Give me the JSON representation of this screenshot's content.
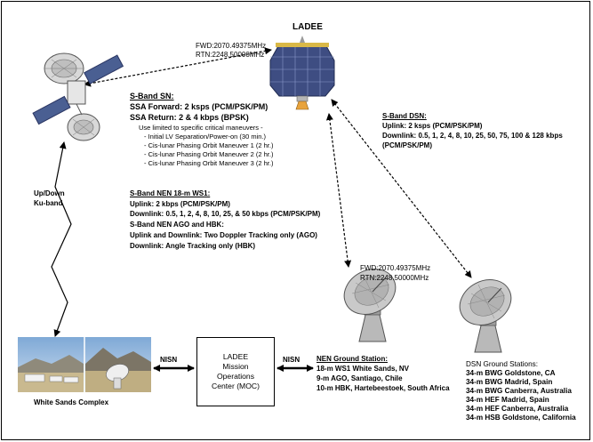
{
  "title": "LADEE",
  "fwd_rtn_top": {
    "fwd": "FWD:2070.49375MHz",
    "rtn": "RTN:2248.50000MHz"
  },
  "fwd_rtn_mid": {
    "fwd": "FWD:2070.49375MHz",
    "rtn": "RTN:2248.50000MHz"
  },
  "sband_sn": {
    "heading": "S-Band SN:",
    "forward": "SSA Forward:  2 ksps (PCM/PSK/PM)",
    "return": "SSA Return:    2 & 4 kbps (BPSK)",
    "note": "Use limited to specific critical maneuvers -",
    "items": [
      "- Initial LV Separation/Power-on (30 min.)",
      "- Cis-lunar Phasing Orbit Maneuver 1 (2 hr.)",
      "- Cis-lunar Phasing Orbit Maneuver 2 (2 hr.)",
      "- Cis-lunar Phasing Orbit Maneuver 3 (2 hr.)"
    ]
  },
  "sband_dsn": {
    "heading": "S-Band DSN:",
    "uplink": "Uplink: 2 ksps (PCM/PSK/PM)",
    "downlink_1": "Downlink: 0.5, 1, 2, 4, 8, 10, 25, 50, 75, 100 & 128 kbps",
    "downlink_2": "(PCM/PSK/PM)"
  },
  "sband_nen": {
    "heading": "S-Band NEN 18-m WS1:",
    "uplink": "Uplink: 2 kbps (PCM/PSK/PM)",
    "downlink": "Downlink: 0.5, 1, 2, 4, 8, 10, 25, & 50 kbps (PCM/PSK/PM)",
    "ago_heading": "S-Band NEN AGO and HBK:",
    "ago_line": "Uplink and Downlink:  Two Doppler Tracking only (AGO)",
    "hbk_line": "Downlink: Angle Tracking only (HBK)"
  },
  "ku_band": {
    "line1": "Up/Down",
    "line2": "Ku-band"
  },
  "moc": {
    "line1": "LADEE",
    "line2": "Mission",
    "line3": "Operations",
    "line4": "Center (MOC)"
  },
  "nisn_left": "NISN",
  "nisn_right": "NISN",
  "white_sands": "White Sands Complex",
  "nen_station": {
    "heading": "NEN Ground Station:",
    "items": [
      "18-m WS1 White Sands, NV",
      "9-m AGO, Santiago, Chile",
      "10-m HBK, Hartebeestoek, South Africa"
    ]
  },
  "dsn_stations": {
    "heading": "DSN Ground Stations:",
    "items": [
      "34-m BWG Goldstone, CA",
      "34-m BWG Madrid, Spain",
      "34-m BWG Canberra, Australia",
      "34-m HEF Madrid, Spain",
      "34-m HEF Canberra, Australia",
      "34-m HSB Goldstone, California"
    ]
  },
  "icons": {
    "tdrs": "tdrs-satellite-icon",
    "ladee": "ladee-spacecraft-icon",
    "nen_dish": "nen-antenna-dish-icon",
    "dsn_dish": "dsn-antenna-dish-icon"
  }
}
